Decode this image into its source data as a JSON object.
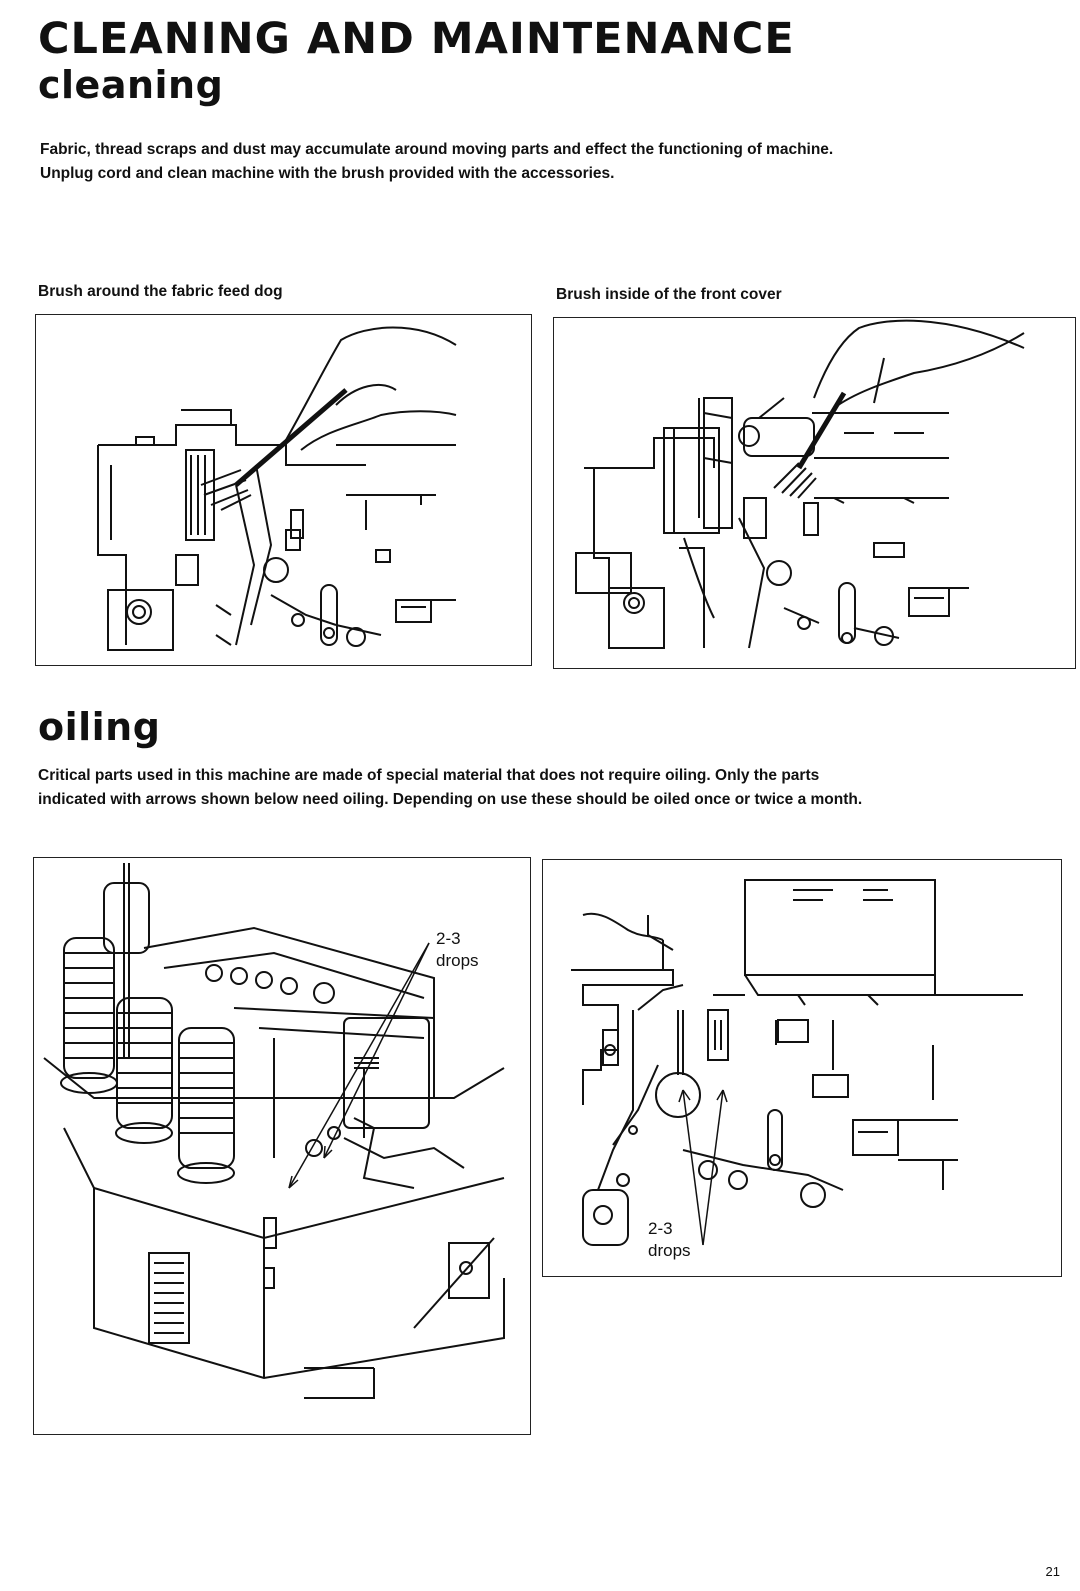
{
  "header": {
    "title": "CLEANING AND MAINTENANCE",
    "subtitle": "cleaning"
  },
  "cleaning": {
    "paragraph_line1": "Fabric, thread scraps and dust may accumulate around moving parts and effect the functioning of machine.",
    "paragraph_line2": "Unplug cord and clean machine with the brush provided with the accessories.",
    "figure_left_caption": "Brush around the fabric feed dog",
    "figure_right_caption": "Brush inside of the front cover"
  },
  "oiling": {
    "heading": "oiling",
    "paragraph_line1": "Critical parts used in this machine are made of special material that does not require oiling. Only the parts",
    "paragraph_line2": "indicated with arrows shown below need oiling. Depending on use these should be oiled once or twice a month.",
    "left_callout_amount": "2-3",
    "left_callout_unit": "drops",
    "right_callout_amount": "2-3",
    "right_callout_unit": "drops"
  },
  "footer": {
    "page_number": "21"
  }
}
